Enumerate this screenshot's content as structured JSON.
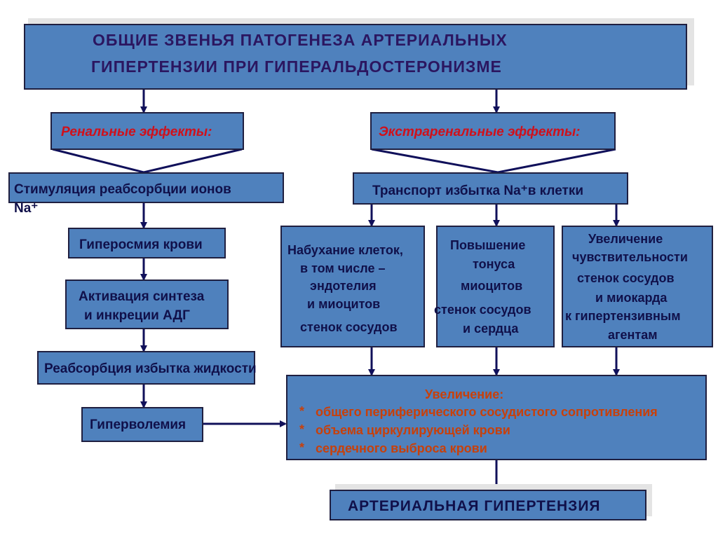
{
  "title": {
    "line1": "ОБЩИЕ  ЗВЕНЬЯ  ПАТОГЕНЕЗА  АРТЕРИАЛЬНЫХ",
    "line2": "ГИПЕРТЕНЗИИ  ПРИ    ГИПЕРАЛЬДОСТЕРОНИЗМЕ"
  },
  "left": {
    "header": "Ренальные эффекты:",
    "stim_line1": "Стимуляция реабсорбции ионов",
    "stim_line2": "Na⁺",
    "hyperosmia": "Гиперосмия крови",
    "adh_line1": "Активация синтеза",
    "adh_line2": "и инкреции АДГ",
    "reabs": "Реабсорбция избытка жидкости",
    "hypervol": "Гиперволемия"
  },
  "right": {
    "header": "Экстраренальные эффекты:",
    "transport": "Транспорт избытка  Na⁺в клетки",
    "swell": [
      "Набухание клеток,",
      "в том числе –",
      "эндотелия",
      "и миоцитов",
      "стенок сосудов"
    ],
    "tone": [
      "Повышение",
      "тонуса",
      "миоцитов",
      "стенок сосудов",
      "и сердца"
    ],
    "sens": [
      "Увеличение",
      "чувствительности",
      "стенок сосудов",
      "и миокарда",
      "к гипертензивным",
      "агентам"
    ]
  },
  "increase": {
    "title": "Увеличение:",
    "bullet": "*",
    "items": [
      "общего периферического сосудистого сопротивления",
      "объема циркулирующей крови",
      "сердечного выброса крови"
    ]
  },
  "result": "АРТЕРИАЛЬНАЯ  ГИПЕРТЕНЗИЯ"
}
